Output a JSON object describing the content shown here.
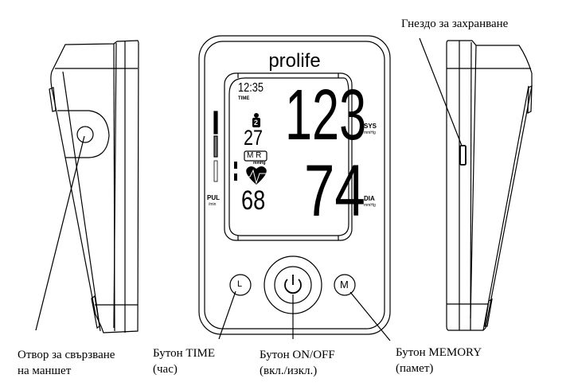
{
  "brand": "prolife",
  "display": {
    "time": "12:35",
    "time_label": "TIME",
    "user": "2",
    "memory_number": "27",
    "memory_badge": "M R",
    "unit_small": "mmHg",
    "systolic": "123",
    "diastolic": "74",
    "pulse": "68",
    "sys_label": "SYS",
    "sys_unit": "mmHg",
    "dia_label": "DIA",
    "dia_unit": "mmHg",
    "pul_label": "PUL",
    "pul_unit": "/min"
  },
  "buttons": {
    "time_glyph": "L",
    "memory_glyph": "M"
  },
  "callouts": {
    "power_socket": "Гнездо за захранване",
    "cuff_port_line1": "Отвор за свързване",
    "cuff_port_line2": "на маншет",
    "time_button_line1": "Бутон TIME",
    "time_button_line2": "(час)",
    "onoff_button_line1": "Бутон ON/OFF",
    "onoff_button_line2": "(вкл./изкл.)",
    "memory_button_line1": "Бутон MEMORY",
    "memory_button_line2": "(памет)"
  },
  "colors": {
    "line": "#000000",
    "background": "#ffffff"
  }
}
